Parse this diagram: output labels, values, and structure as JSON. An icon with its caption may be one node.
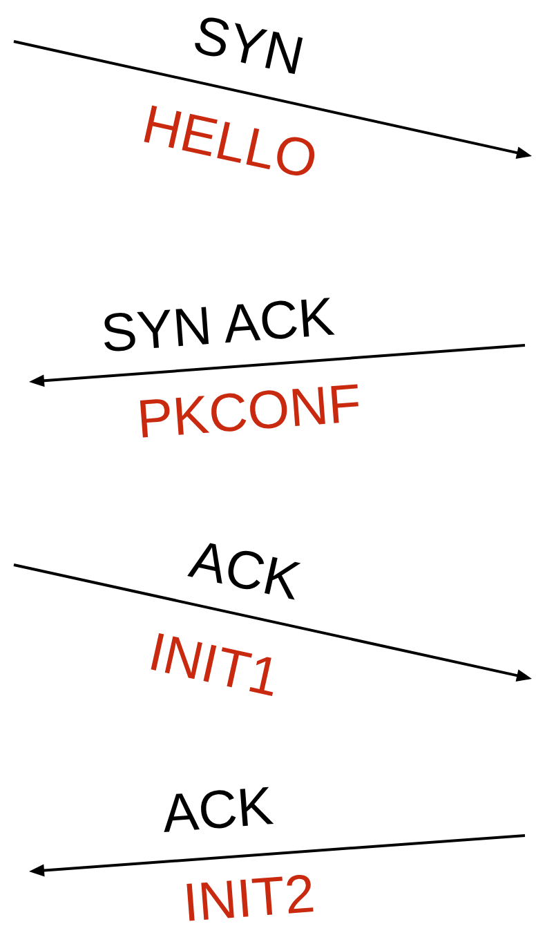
{
  "diagram": {
    "labels": [
      "SYN",
      "HELLO",
      "SYN ACK",
      "PKCONF",
      "ACK",
      "INIT1",
      "ACK",
      "INIT2"
    ]
  }
}
